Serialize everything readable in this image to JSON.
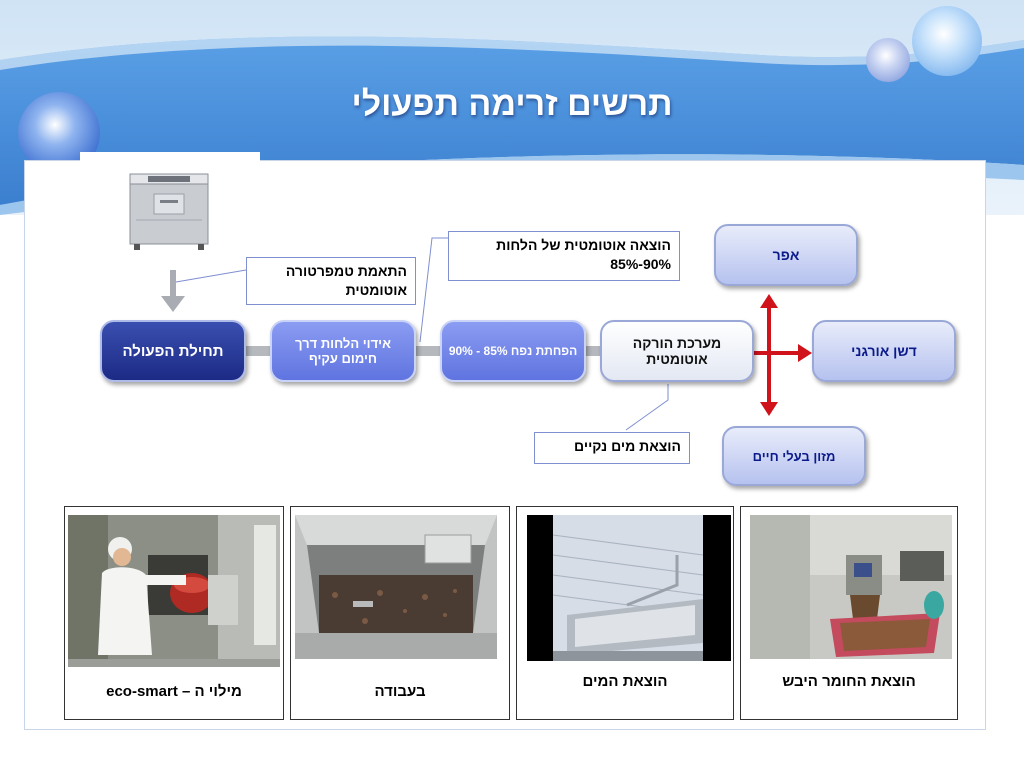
{
  "title": "תרשים זרימה תפעולי",
  "flow": {
    "start": "תחילת הפעולה",
    "evaporation": "אידוי הלחות דרך חימום עקיף",
    "volume_reduction": "הפחתת נפח 85% - 90%",
    "emptying_system": "מערכת הורקה אוטומטית",
    "fertilizer": "דשן אורגני",
    "ash": "אפר",
    "animal_feed": "מזון בעלי חיים"
  },
  "callouts": {
    "temperature": "התאמת טמפרטורה אוטומטית",
    "moisture_line1": "הוצאה אוטומטית של הלחות",
    "moisture_line2": "90%-85%",
    "clean_water": "הוצאת מים נקיים"
  },
  "photos": [
    {
      "caption": "מילוי ה – eco-smart"
    },
    {
      "caption": "בעבודה"
    },
    {
      "caption": "הוצאת המים"
    },
    {
      "caption": "הוצאת החומר היבש"
    }
  ],
  "colors": {
    "header_blue": "#4a8fd8",
    "arrow_red": "#d0121b",
    "dark_pill": "#1c2a85"
  }
}
